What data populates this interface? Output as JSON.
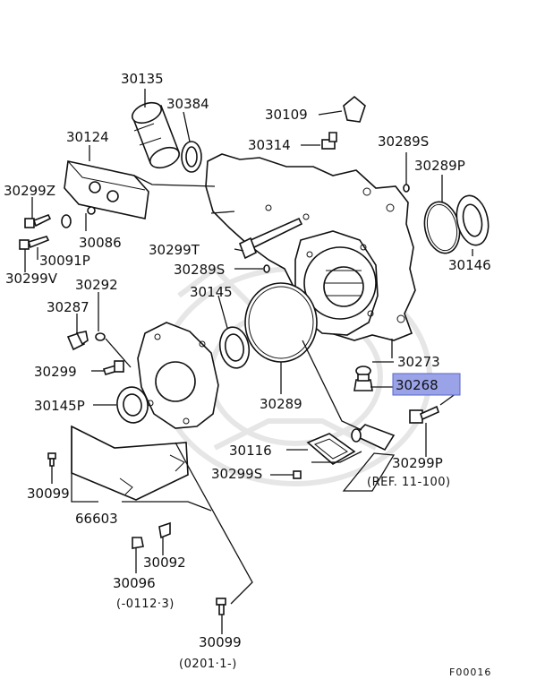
{
  "diagram": {
    "figure_code": "F00016",
    "highlight_color": "#9aa3e8",
    "callouts": [
      {
        "id": "c30135",
        "text": "30135"
      },
      {
        "id": "c30384",
        "text": "30384"
      },
      {
        "id": "c30109",
        "text": "30109"
      },
      {
        "id": "c30124",
        "text": "30124"
      },
      {
        "id": "c30314",
        "text": "30314"
      },
      {
        "id": "c30289S_top",
        "text": "30289S"
      },
      {
        "id": "c30289P",
        "text": "30289P"
      },
      {
        "id": "c30299Z",
        "text": "30299Z"
      },
      {
        "id": "c30086",
        "text": "30086"
      },
      {
        "id": "c30299T",
        "text": "30299T"
      },
      {
        "id": "c30146",
        "text": "30146"
      },
      {
        "id": "c30091P",
        "text": "30091P"
      },
      {
        "id": "c30289S_mid",
        "text": "30289S"
      },
      {
        "id": "c30299V",
        "text": "30299V"
      },
      {
        "id": "c30292",
        "text": "30292"
      },
      {
        "id": "c30145",
        "text": "30145"
      },
      {
        "id": "c30287",
        "text": "30287"
      },
      {
        "id": "c30273",
        "text": "30273"
      },
      {
        "id": "c30299",
        "text": "30299"
      },
      {
        "id": "c30268",
        "text": "30268"
      },
      {
        "id": "c30145P",
        "text": "30145P"
      },
      {
        "id": "c30289",
        "text": "30289"
      },
      {
        "id": "c30116",
        "text": "30116"
      },
      {
        "id": "c30299P",
        "text": "30299P"
      },
      {
        "id": "c30099_a",
        "text": "30099"
      },
      {
        "id": "c30299S",
        "text": "30299S"
      },
      {
        "id": "c66603",
        "text": "66603"
      },
      {
        "id": "c30092",
        "text": "30092"
      },
      {
        "id": "c30096",
        "text": "30096"
      },
      {
        "id": "c30099_b",
        "text": "30099"
      }
    ],
    "notes": {
      "ref": "(REF. 11-100)",
      "range_30096": "(-0112·3)",
      "range_30099": "(0201·1-)"
    }
  }
}
